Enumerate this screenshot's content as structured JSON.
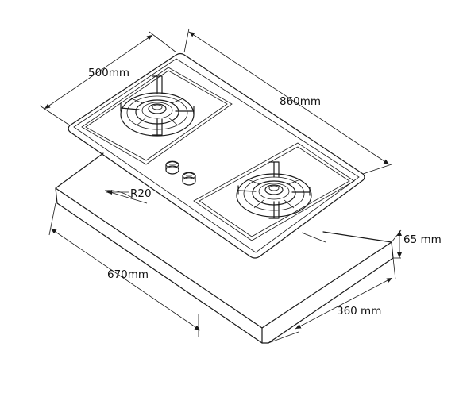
{
  "dimensions": {
    "top_depth": "500mm",
    "top_width": "860mm",
    "cutout_width": "670mm",
    "cutout_depth": "360 mm",
    "thickness": "65 mm",
    "corner_radius": "R20"
  }
}
